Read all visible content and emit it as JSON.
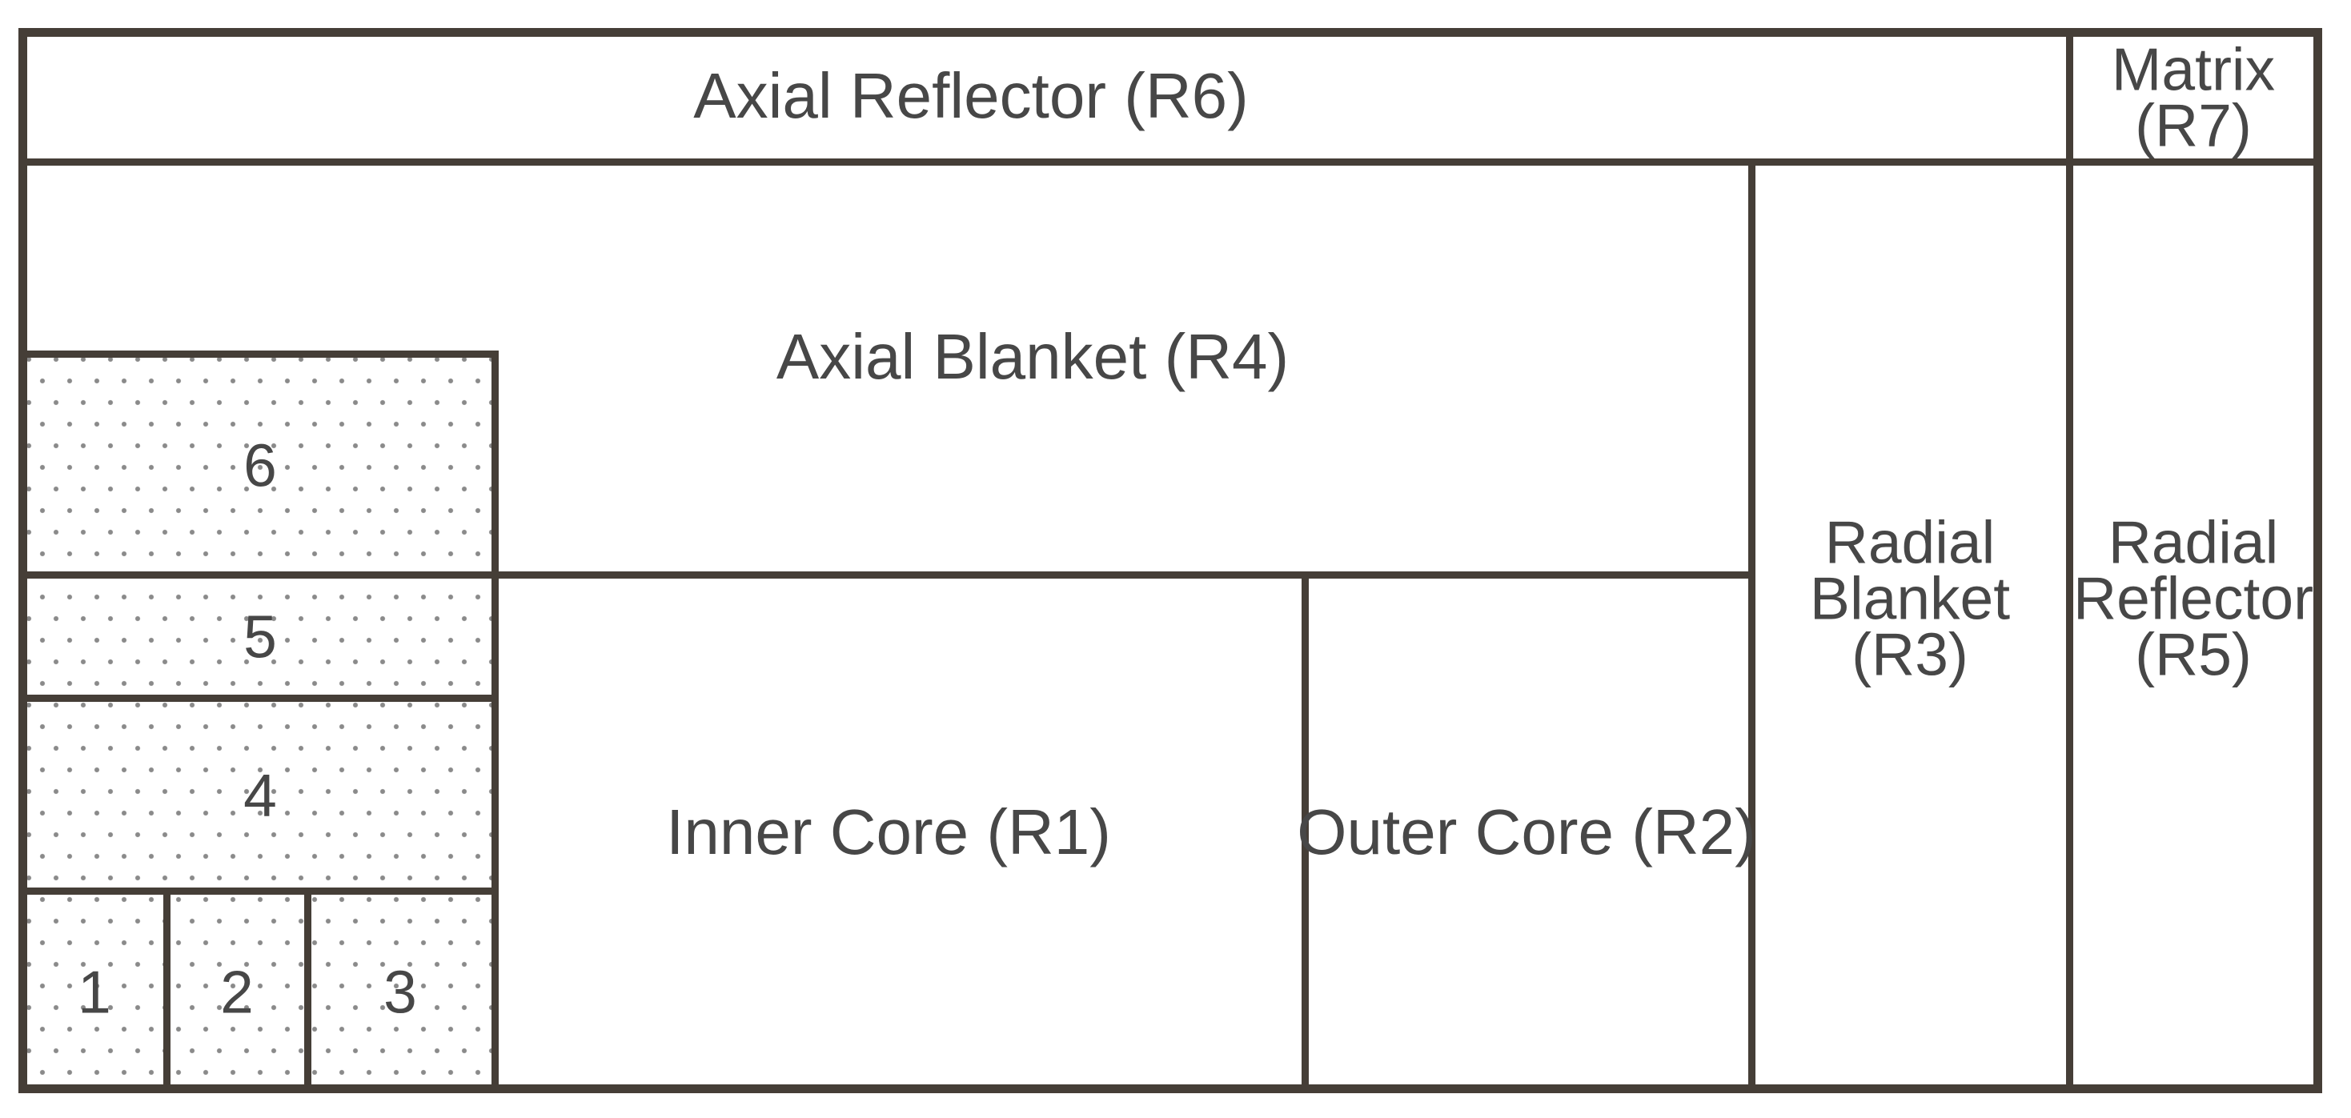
{
  "diagram": {
    "colors": {
      "line": "#453e37",
      "text": "#474747",
      "dot": "#8a8a8a",
      "bg": "#ffffff"
    },
    "regions": {
      "axial_reflector": {
        "label": "Axial Reflector (R6)"
      },
      "matrix": {
        "lines": [
          "Matrix",
          "(R7)"
        ]
      },
      "axial_blanket": {
        "label": "Axial Blanket (R4)"
      },
      "radial_blanket": {
        "lines": [
          "Radial",
          "Blanket",
          "(R3)"
        ]
      },
      "radial_reflector": {
        "lines": [
          "Radial",
          "Reflector",
          "(R5)"
        ]
      },
      "inner_core": {
        "label": "Inner Core (R1)"
      },
      "outer_core": {
        "label": "Outer Core (R2)"
      },
      "numbered": [
        {
          "label": "1"
        },
        {
          "label": "2"
        },
        {
          "label": "3"
        },
        {
          "label": "4"
        },
        {
          "label": "5"
        },
        {
          "label": "6"
        }
      ]
    }
  }
}
